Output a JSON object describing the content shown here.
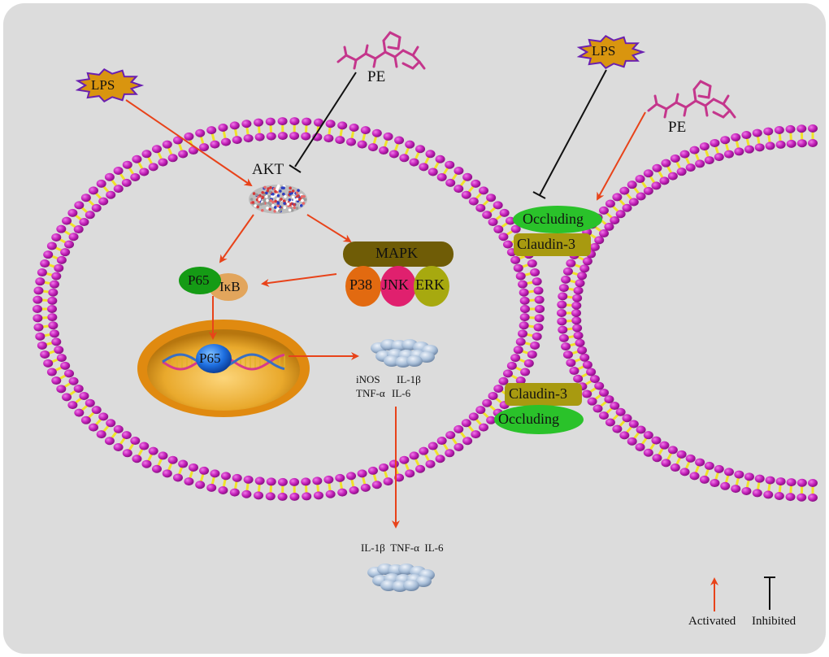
{
  "diagram": {
    "title": "PE regulation of LPS-induced AKT/MAPK/NF-kB signaling and tight junction proteins",
    "colors": {
      "background": "#dcdcdc",
      "activation_arrow": "#e8431a",
      "inhibition_line": "#111111",
      "lipid_head": "#c21fb8",
      "lipid_tail": "#f0e22a",
      "lps_fill": "#d9950f",
      "lps_stroke": "#6a1fb0",
      "pe_molecule": "#c4368c",
      "p65": "#22a022",
      "ikb": "#e2a55c",
      "mapk": "#6f5c06",
      "p38": "#e26a10",
      "jnk": "#e0206e",
      "erk": "#a7a90f",
      "nucleus_outer": "#e08a10",
      "nucleus_inner": "#f2b83a",
      "p65_nuclear": "#1e6fe0",
      "occluding": "#2ac22a",
      "claudin": "#a89a10",
      "cytokine_cluster": "#a9bfd9"
    },
    "nodes": {
      "lps_left": "LPS",
      "pe_top": "PE",
      "akt": "AKT",
      "mapk": "MAPK",
      "p38": "P38",
      "jnk": "JNK",
      "erk": "ERK",
      "p65": "P65",
      "ikb": "IκB",
      "p65_nucleus": "P65",
      "cytokines_inside": [
        "iNOS",
        "IL-1β",
        "TNF-α",
        "IL-6"
      ],
      "cytokines_outside": "IL-1β  TNF-α  IL-6",
      "lps_right": "LPS",
      "pe_right": "PE",
      "occluding_top": "Occluding",
      "claudin_top": "Claudin-3",
      "claudin_bottom": "Claudin-3",
      "occluding_bottom": "Occluding"
    },
    "edges": [
      {
        "from": "LPS",
        "to": "AKT",
        "type": "activated"
      },
      {
        "from": "PE",
        "to": "AKT",
        "type": "inhibited"
      },
      {
        "from": "AKT",
        "to": "P65/IκB",
        "type": "activated"
      },
      {
        "from": "AKT",
        "to": "MAPK",
        "type": "activated"
      },
      {
        "from": "MAPK",
        "to": "IκB",
        "type": "activated"
      },
      {
        "from": "P65",
        "to": "Nucleus P65",
        "type": "activated"
      },
      {
        "from": "Nucleus",
        "to": "iNOS IL-1β TNF-α IL-6",
        "type": "activated"
      },
      {
        "from": "iNOS IL-1β TNF-α IL-6",
        "to": "Secreted IL-1β TNF-α IL-6",
        "type": "activated"
      },
      {
        "from": "LPS",
        "to": "Occluding",
        "type": "inhibited"
      },
      {
        "from": "PE",
        "to": "Occluding",
        "type": "activated"
      }
    ],
    "legend": {
      "activated": "Activated",
      "inhibited": "Inhibited"
    }
  }
}
